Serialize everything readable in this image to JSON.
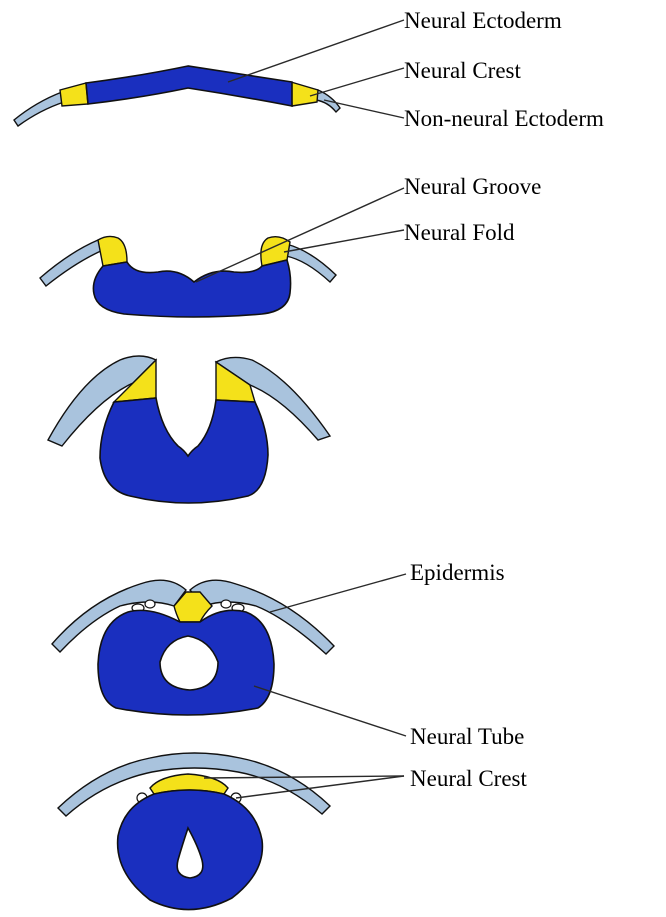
{
  "colors": {
    "neural_tissue": "#1a2fbf",
    "neural_crest": "#f4e11a",
    "ectoderm": "#a9c3dd",
    "outline": "#111111",
    "background": "#ffffff"
  },
  "labels": {
    "neural_ectoderm": "Neural Ectoderm",
    "neural_crest_top": "Neural Crest",
    "non_neural_ectoderm": "Non-neural Ectoderm",
    "neural_groove": "Neural Groove",
    "neural_fold": "Neural Fold",
    "epidermis": "Epidermis",
    "neural_tube": "Neural Tube",
    "neural_crest_bottom": "Neural Crest"
  }
}
